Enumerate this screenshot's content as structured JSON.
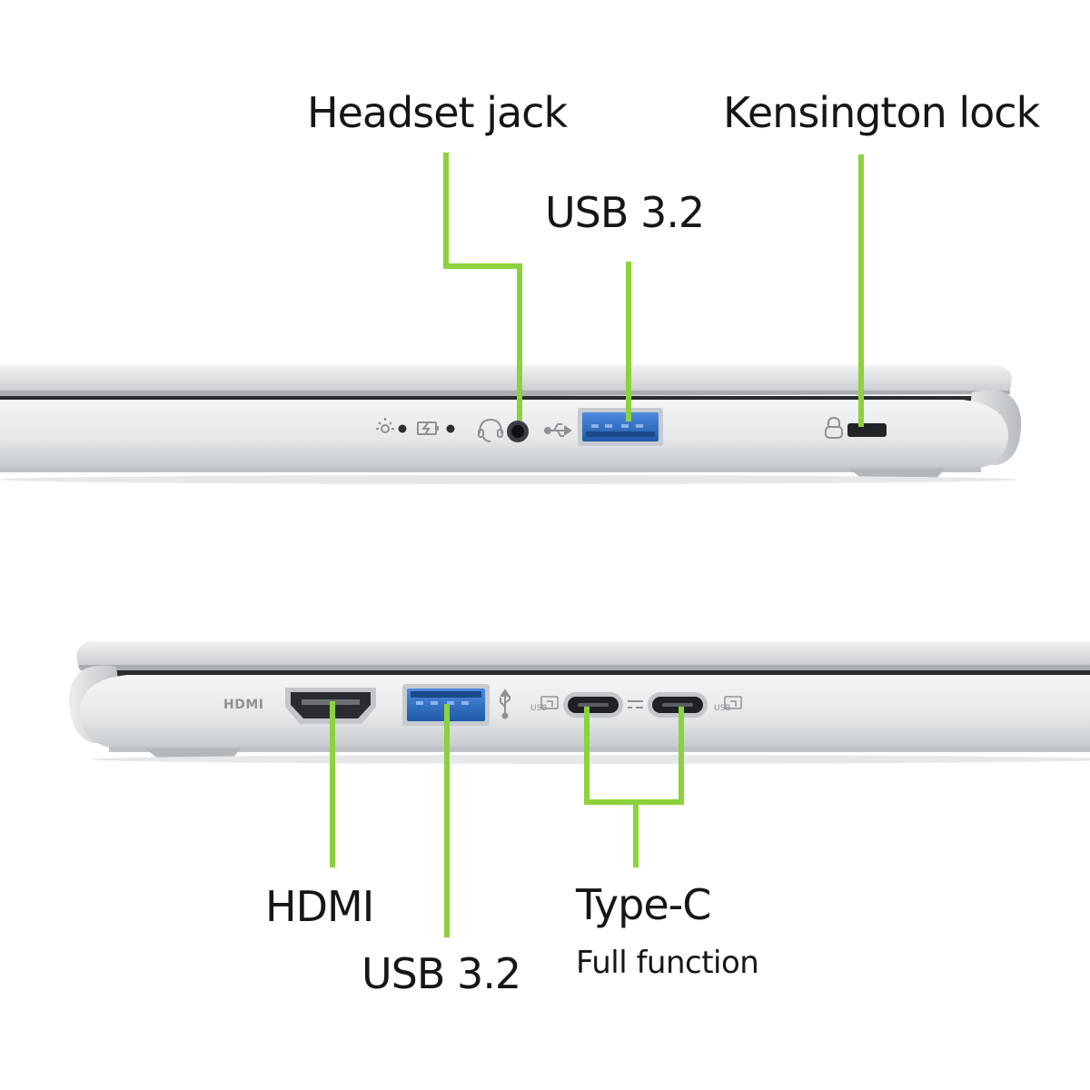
{
  "labels": {
    "right_side": {
      "headset_jack": "Headset jack",
      "kensington_lock": "Kensington lock",
      "usb": "USB 3.2"
    },
    "left_side": {
      "hdmi": "HDMI",
      "usb": "USB 3.2",
      "type_c": "Type-C",
      "type_c_sub": "Full function"
    }
  },
  "port_markings": {
    "hdmi": "HDMI"
  },
  "icons": [
    "power-light-icon",
    "battery-charge-icon",
    "headset-icon",
    "usb-icon",
    "lock-icon",
    "hdmi-logo-icon",
    "usb-trident-icon",
    "usb-c-display-icon"
  ],
  "colors": {
    "callout_line": "#8cd23c",
    "usb_port_blue": "#2f6fc4",
    "chassis": "#d9dcdf",
    "label_text": "#161616"
  }
}
